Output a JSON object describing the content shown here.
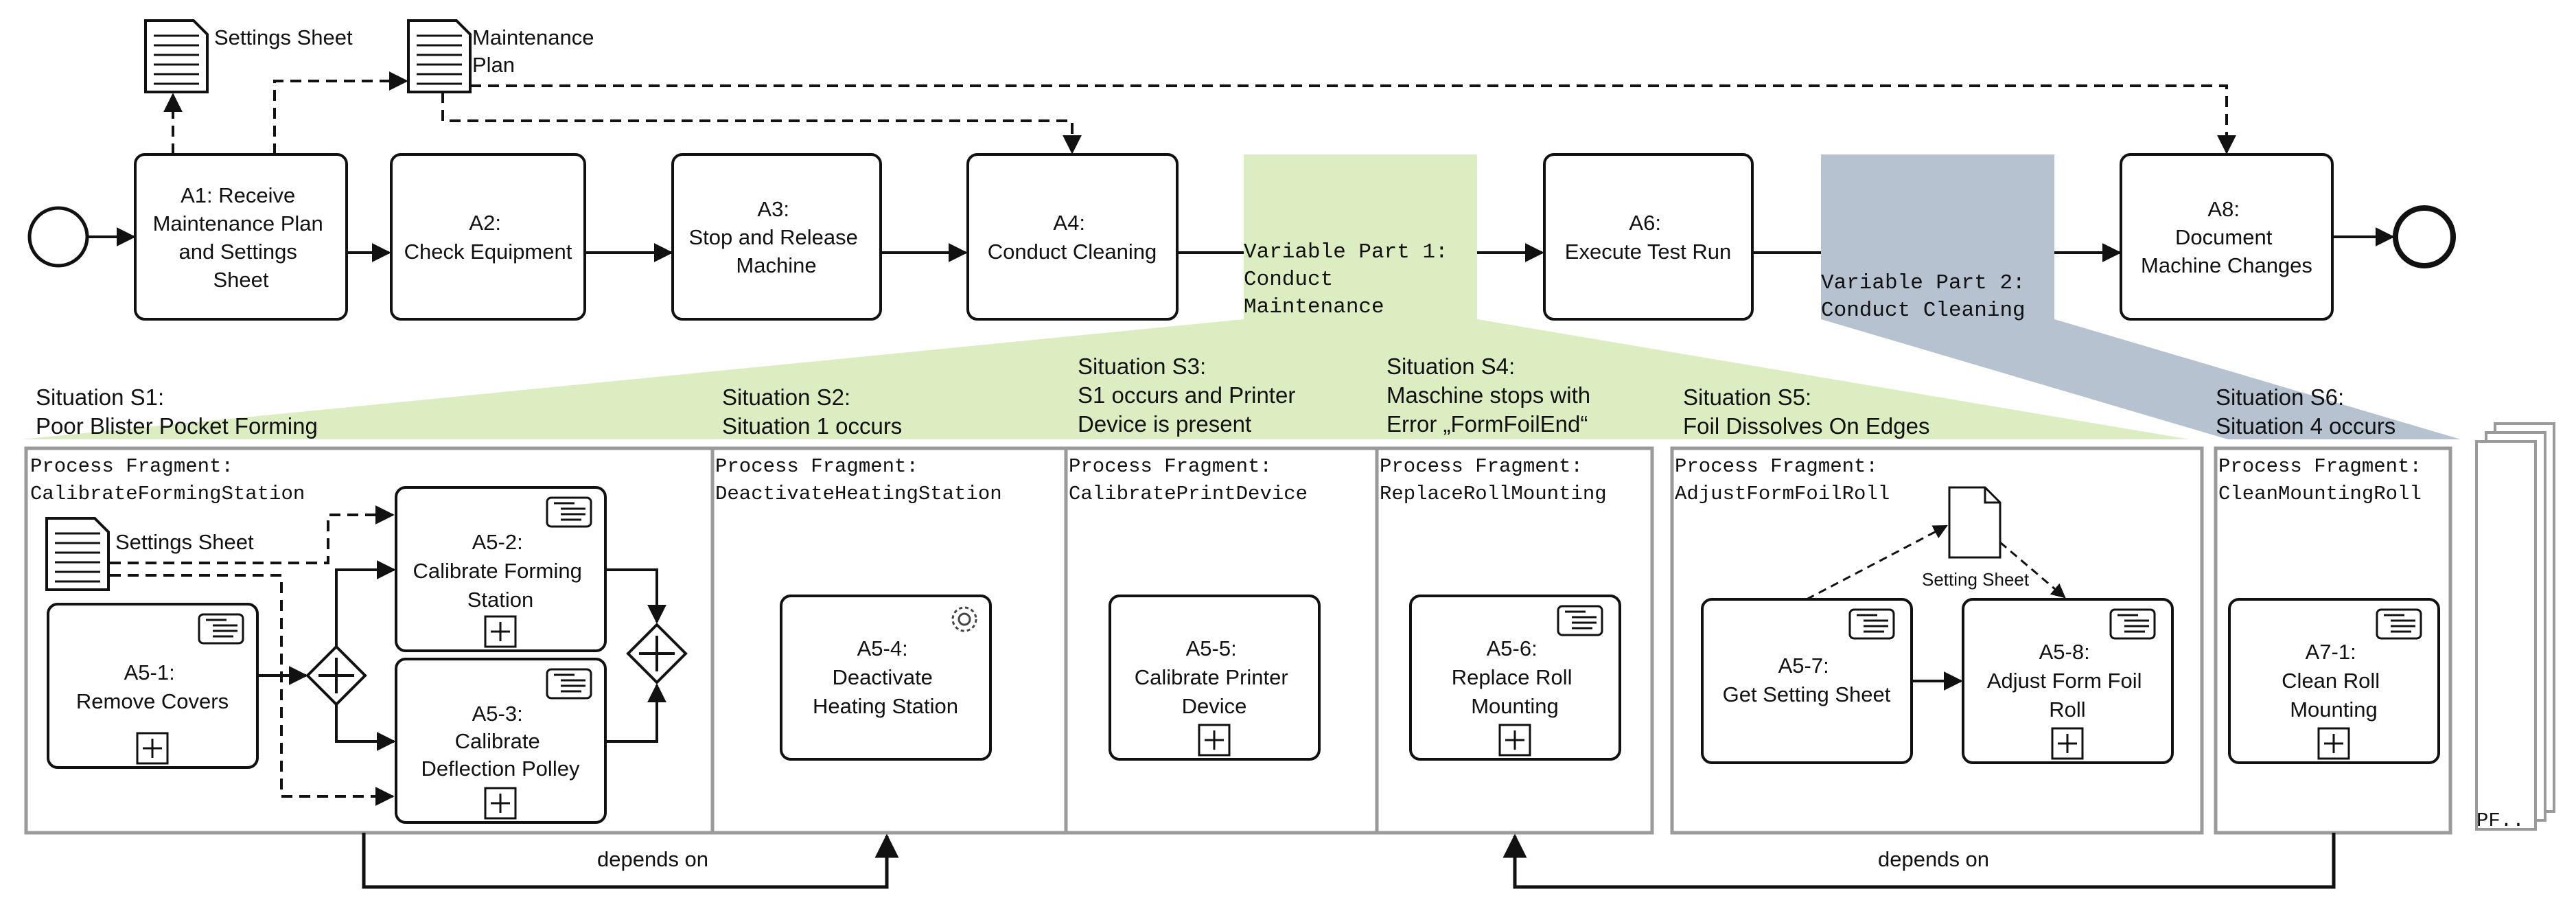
{
  "documents": {
    "settings_sheet": "Settings Sheet",
    "maintenance_plan": [
      "Maintenance",
      "Plan"
    ],
    "settings_sheet_fragment": "Settings Sheet",
    "setting_sheet_fragment": "Setting Sheet"
  },
  "main_tasks": {
    "a1": [
      "A1: Receive",
      "Maintenance Plan",
      "and Settings",
      "Sheet"
    ],
    "a2": [
      "A2:",
      "Check Equipment"
    ],
    "a3": [
      "A3:",
      "Stop and Release",
      "Machine"
    ],
    "a4": [
      "A4:",
      "Conduct Cleaning"
    ],
    "a6": [
      "A6:",
      "Execute Test Run"
    ],
    "a8": [
      "A8:",
      "Document",
      "Machine Changes"
    ]
  },
  "variable_parts": {
    "vp1": [
      "Variable Part 1:",
      "Conduct",
      "Maintenance"
    ],
    "vp2": [
      "Variable Part 2:",
      "Conduct Cleaning"
    ],
    "vp1_color": "#dcedc1",
    "vp2_color": "#b6c2d0"
  },
  "situations": [
    [
      "Situation S1:",
      "Poor Blister Pocket Forming"
    ],
    [
      "Situation S2:",
      "Situation 1 occurs"
    ],
    [
      "Situation S3:",
      "S1 occurs and Printer",
      "Device is present"
    ],
    [
      "Situation S4:",
      "Maschine stops with",
      "Error „FormFoilEnd“"
    ],
    [
      "Situation S5:",
      "Foil Dissolves On Edges"
    ],
    [
      "Situation S6:",
      "Situation 4 occurs"
    ]
  ],
  "fragments": [
    {
      "label": "Process Fragment:",
      "name": "CalibrateFormingStation"
    },
    {
      "label": "Process Fragment:",
      "name": "DeactivateHeatingStation"
    },
    {
      "label": "Process Fragment:",
      "name": "CalibratePrintDevice"
    },
    {
      "label": "Process Fragment:",
      "name": "ReplaceRollMounting"
    },
    {
      "label": "Process Fragment:",
      "name": "AdjustFormFoilRoll"
    },
    {
      "label": "Process Fragment:",
      "name": "CleanMountingRoll"
    }
  ],
  "fragment_tasks": {
    "a5_1": [
      "A5-1:",
      "Remove Covers"
    ],
    "a5_2": [
      "A5-2:",
      "Calibrate Forming",
      "Station"
    ],
    "a5_3": [
      "A5-3:",
      "Calibrate",
      "Deflection Polley"
    ],
    "a5_4": [
      "A5-4:",
      "Deactivate",
      "Heating Station"
    ],
    "a5_5": [
      "A5-5:",
      "Calibrate Printer",
      "Device"
    ],
    "a5_6": [
      "A5-6:",
      "Replace Roll",
      "Mounting"
    ],
    "a5_7": [
      "A5-7:",
      "Get Setting Sheet"
    ],
    "a5_8": [
      "A5-8:",
      "Adjust Form Foil",
      "Roll"
    ],
    "a7_1": [
      "A7-1:",
      "Clean Roll",
      "Mounting"
    ]
  },
  "depends_on": [
    "depends on",
    "depends on"
  ],
  "more_fragments": "PF.."
}
